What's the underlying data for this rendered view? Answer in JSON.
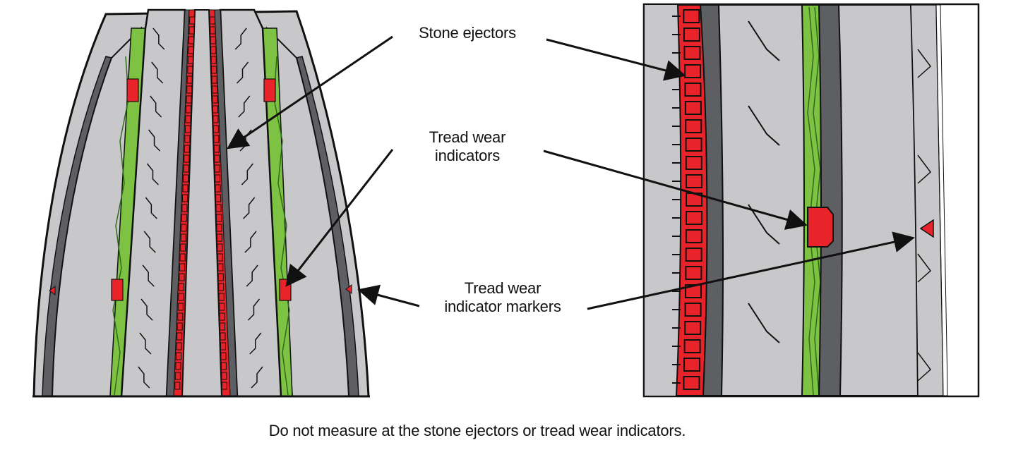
{
  "labels": {
    "stone_ejectors": "Stone ejectors",
    "tread_wear_indicators_line1": "Tread wear",
    "tread_wear_indicators_line2": "indicators",
    "tread_wear_indicator_markers_line1": "Tread wear",
    "tread_wear_indicator_markers_line2": "indicator markers"
  },
  "caption": "Do not measure at the stone ejectors or tread wear indicators.",
  "colors": {
    "tread": "#c8c8ca",
    "groove": "#5e5f62",
    "stone_ejector": "#e8232a",
    "wear_bar": "#7dc242",
    "outline": "#111111"
  }
}
